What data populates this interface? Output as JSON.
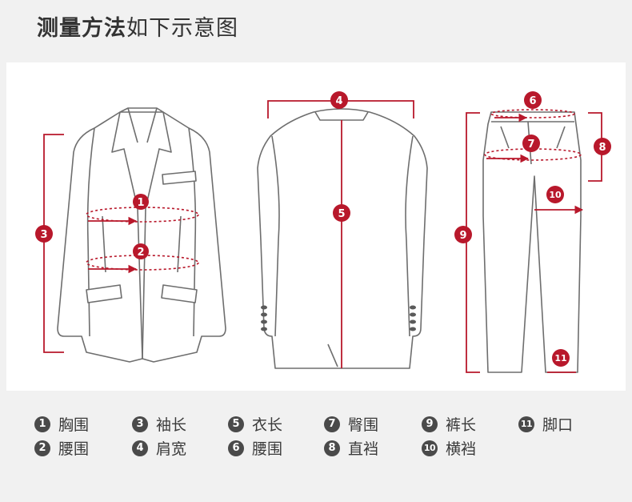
{
  "title": {
    "bold": "测量方法",
    "normal": "如下示意图"
  },
  "colors": {
    "accent": "#b8182b",
    "line": "#6e6e6e",
    "badge": "#4a4a4a",
    "text": "#3a3a3a"
  },
  "markers": [
    "1",
    "2",
    "3",
    "4",
    "5",
    "6",
    "7",
    "8",
    "9",
    "10",
    "11"
  ],
  "legend": [
    {
      "num": "1",
      "label": "胸围"
    },
    {
      "num": "2",
      "label": "腰围"
    },
    {
      "num": "3",
      "label": "袖长"
    },
    {
      "num": "4",
      "label": "肩宽"
    },
    {
      "num": "5",
      "label": "衣长"
    },
    {
      "num": "6",
      "label": "腰围"
    },
    {
      "num": "7",
      "label": "臀围"
    },
    {
      "num": "8",
      "label": "直裆"
    },
    {
      "num": "9",
      "label": "裤长"
    },
    {
      "num": "10",
      "label": "横裆"
    },
    {
      "num": "11",
      "label": "脚口"
    }
  ]
}
